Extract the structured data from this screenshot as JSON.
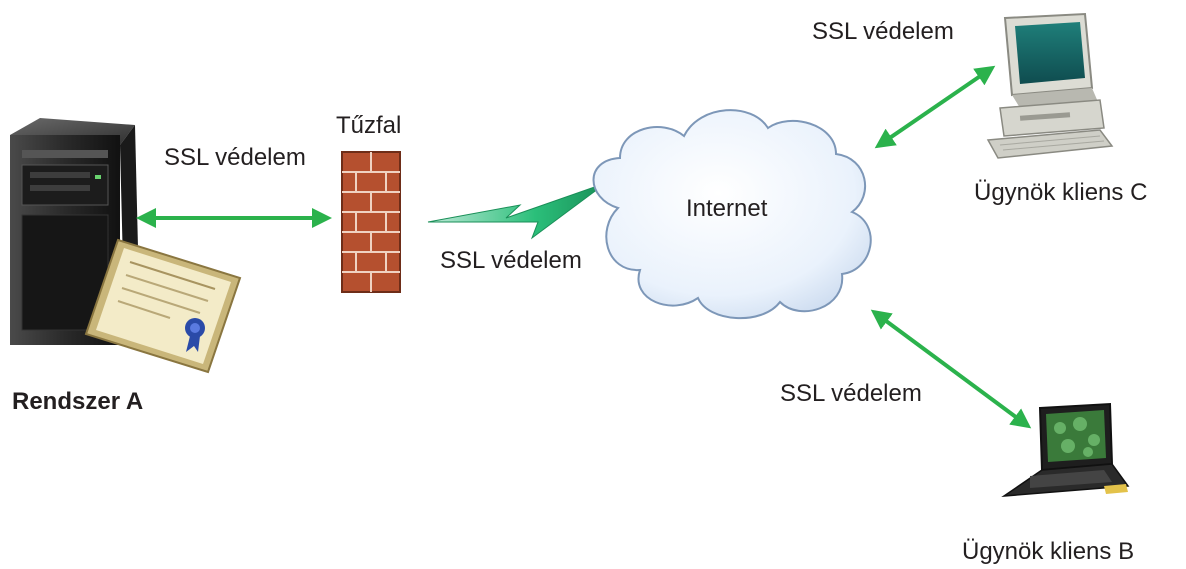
{
  "labels": {
    "system_a": "Rendszer A",
    "firewall": "Tűzfal",
    "internet": "Internet",
    "client_c": "Ügynök kliens C",
    "client_b": "Ügynök kliens B",
    "ssl_system_firewall": "SSL védelem",
    "ssl_firewall_internet": "SSL védelem",
    "ssl_client_c": "SSL védelem",
    "ssl_client_b": "SSL védelem"
  },
  "colors": {
    "arrow": "#2bb24c",
    "cloud_fill": "#e9f1fb",
    "cloud_stroke": "#7d97b8",
    "server_dark": "#2b2b2b",
    "brick": "#b54a2c",
    "certificate": "#e8dcae",
    "ribbon": "#2a4aa8"
  },
  "icons": {
    "server": "server-icon",
    "certificate": "certificate-icon",
    "firewall": "firewall-icon",
    "cloud": "cloud-icon",
    "desktop": "desktop-computer-icon",
    "laptop": "laptop-icon",
    "lightning": "lightning-link-icon"
  }
}
